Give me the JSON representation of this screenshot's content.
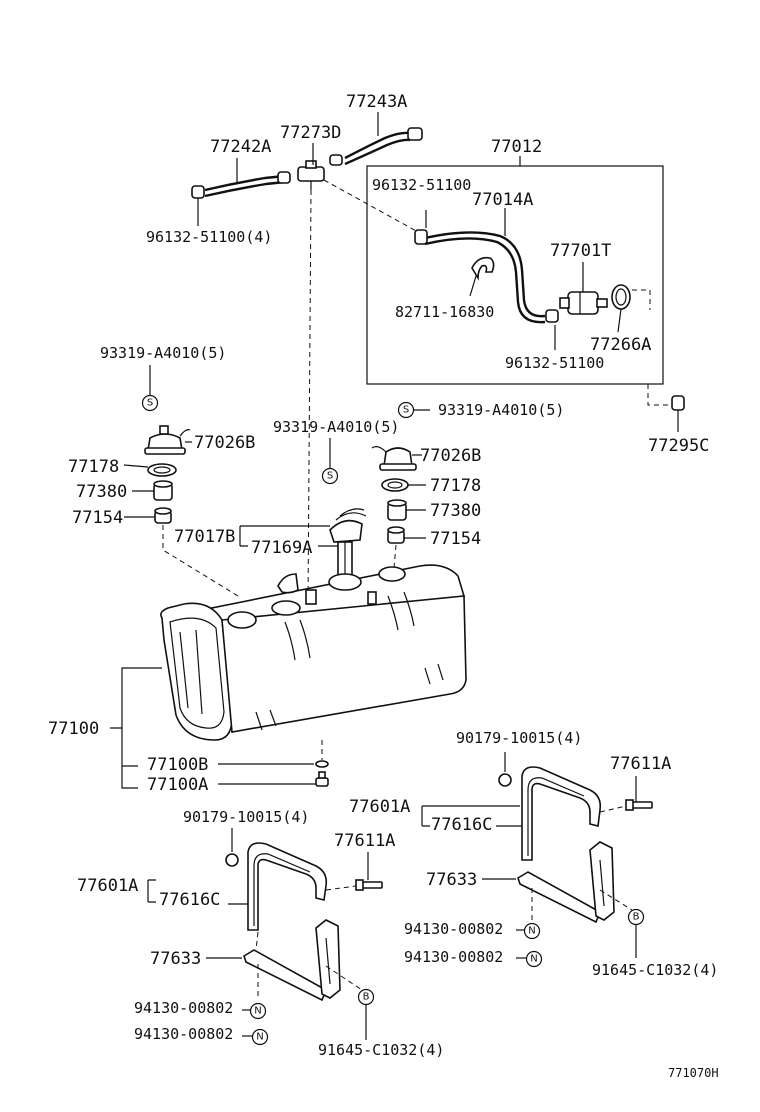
{
  "labels": {
    "p77243A": "77243A",
    "p77242A": "77242A",
    "p77273D": "77273D",
    "p96132_4": "96132-51100(4)",
    "p77012": "77012",
    "p96132_a": "96132-51100",
    "p77014A": "77014A",
    "p77701T": "77701T",
    "p82711": "82711-16830",
    "p77266A": "77266A",
    "p96132_b": "96132-51100",
    "p93319_a": "93319-A4010(5)",
    "p93319_b": "93319-A4010(5)",
    "p93319_c": "93319-A4010(5)",
    "p77295C": "77295C",
    "p77026B_l": "77026B",
    "p77026B_r": "77026B",
    "p77178_l": "77178",
    "p77178_r": "77178",
    "p77380_l": "77380",
    "p77380_r": "77380",
    "p77154_l": "77154",
    "p77154_r": "77154",
    "p77017B": "77017B",
    "p77169A": "77169A",
    "p77100": "77100",
    "p77100B": "77100B",
    "p77100A": "77100A",
    "p90179_r": "90179-10015(4)",
    "p77611A_r": "77611A",
    "p77601A_r": "77601A",
    "p77616C_r": "77616C",
    "p77633_r": "77633",
    "p94130_r1": "94130-00802",
    "p94130_r2": "94130-00802",
    "p91645_r": "91645-C1032(4)",
    "p90179_l": "90179-10015(4)",
    "p77611A_l": "77611A",
    "p77601A_l": "77601A",
    "p77616C_l": "77616C",
    "p77633_l": "77633",
    "p94130_l1": "94130-00802",
    "p94130_l2": "94130-00802",
    "p91645_l": "91645-C1032(4)",
    "diagram_code": "771070H"
  },
  "symbols": {
    "s": "S",
    "n": "N",
    "b": "B"
  }
}
